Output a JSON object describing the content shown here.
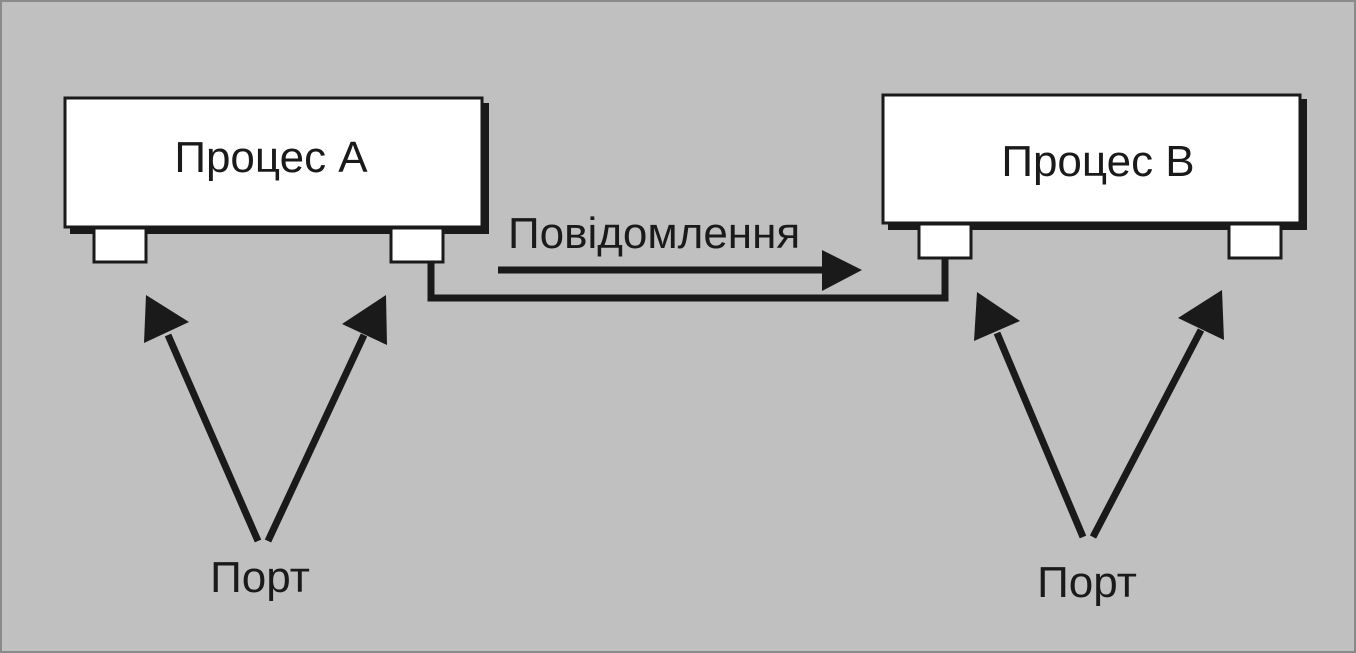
{
  "colors": {
    "background": "#c0c0c0",
    "box_fill": "#ffffff",
    "stroke": "#1a1a1a",
    "shadow": "#1a1a1a"
  },
  "nodes": {
    "process_a": {
      "label": "Процес А"
    },
    "process_b": {
      "label": "Процес В"
    }
  },
  "edges": {
    "message": {
      "label": "Повідомлення"
    }
  },
  "ports": {
    "left_label": "Порт",
    "right_label": "Порт"
  }
}
